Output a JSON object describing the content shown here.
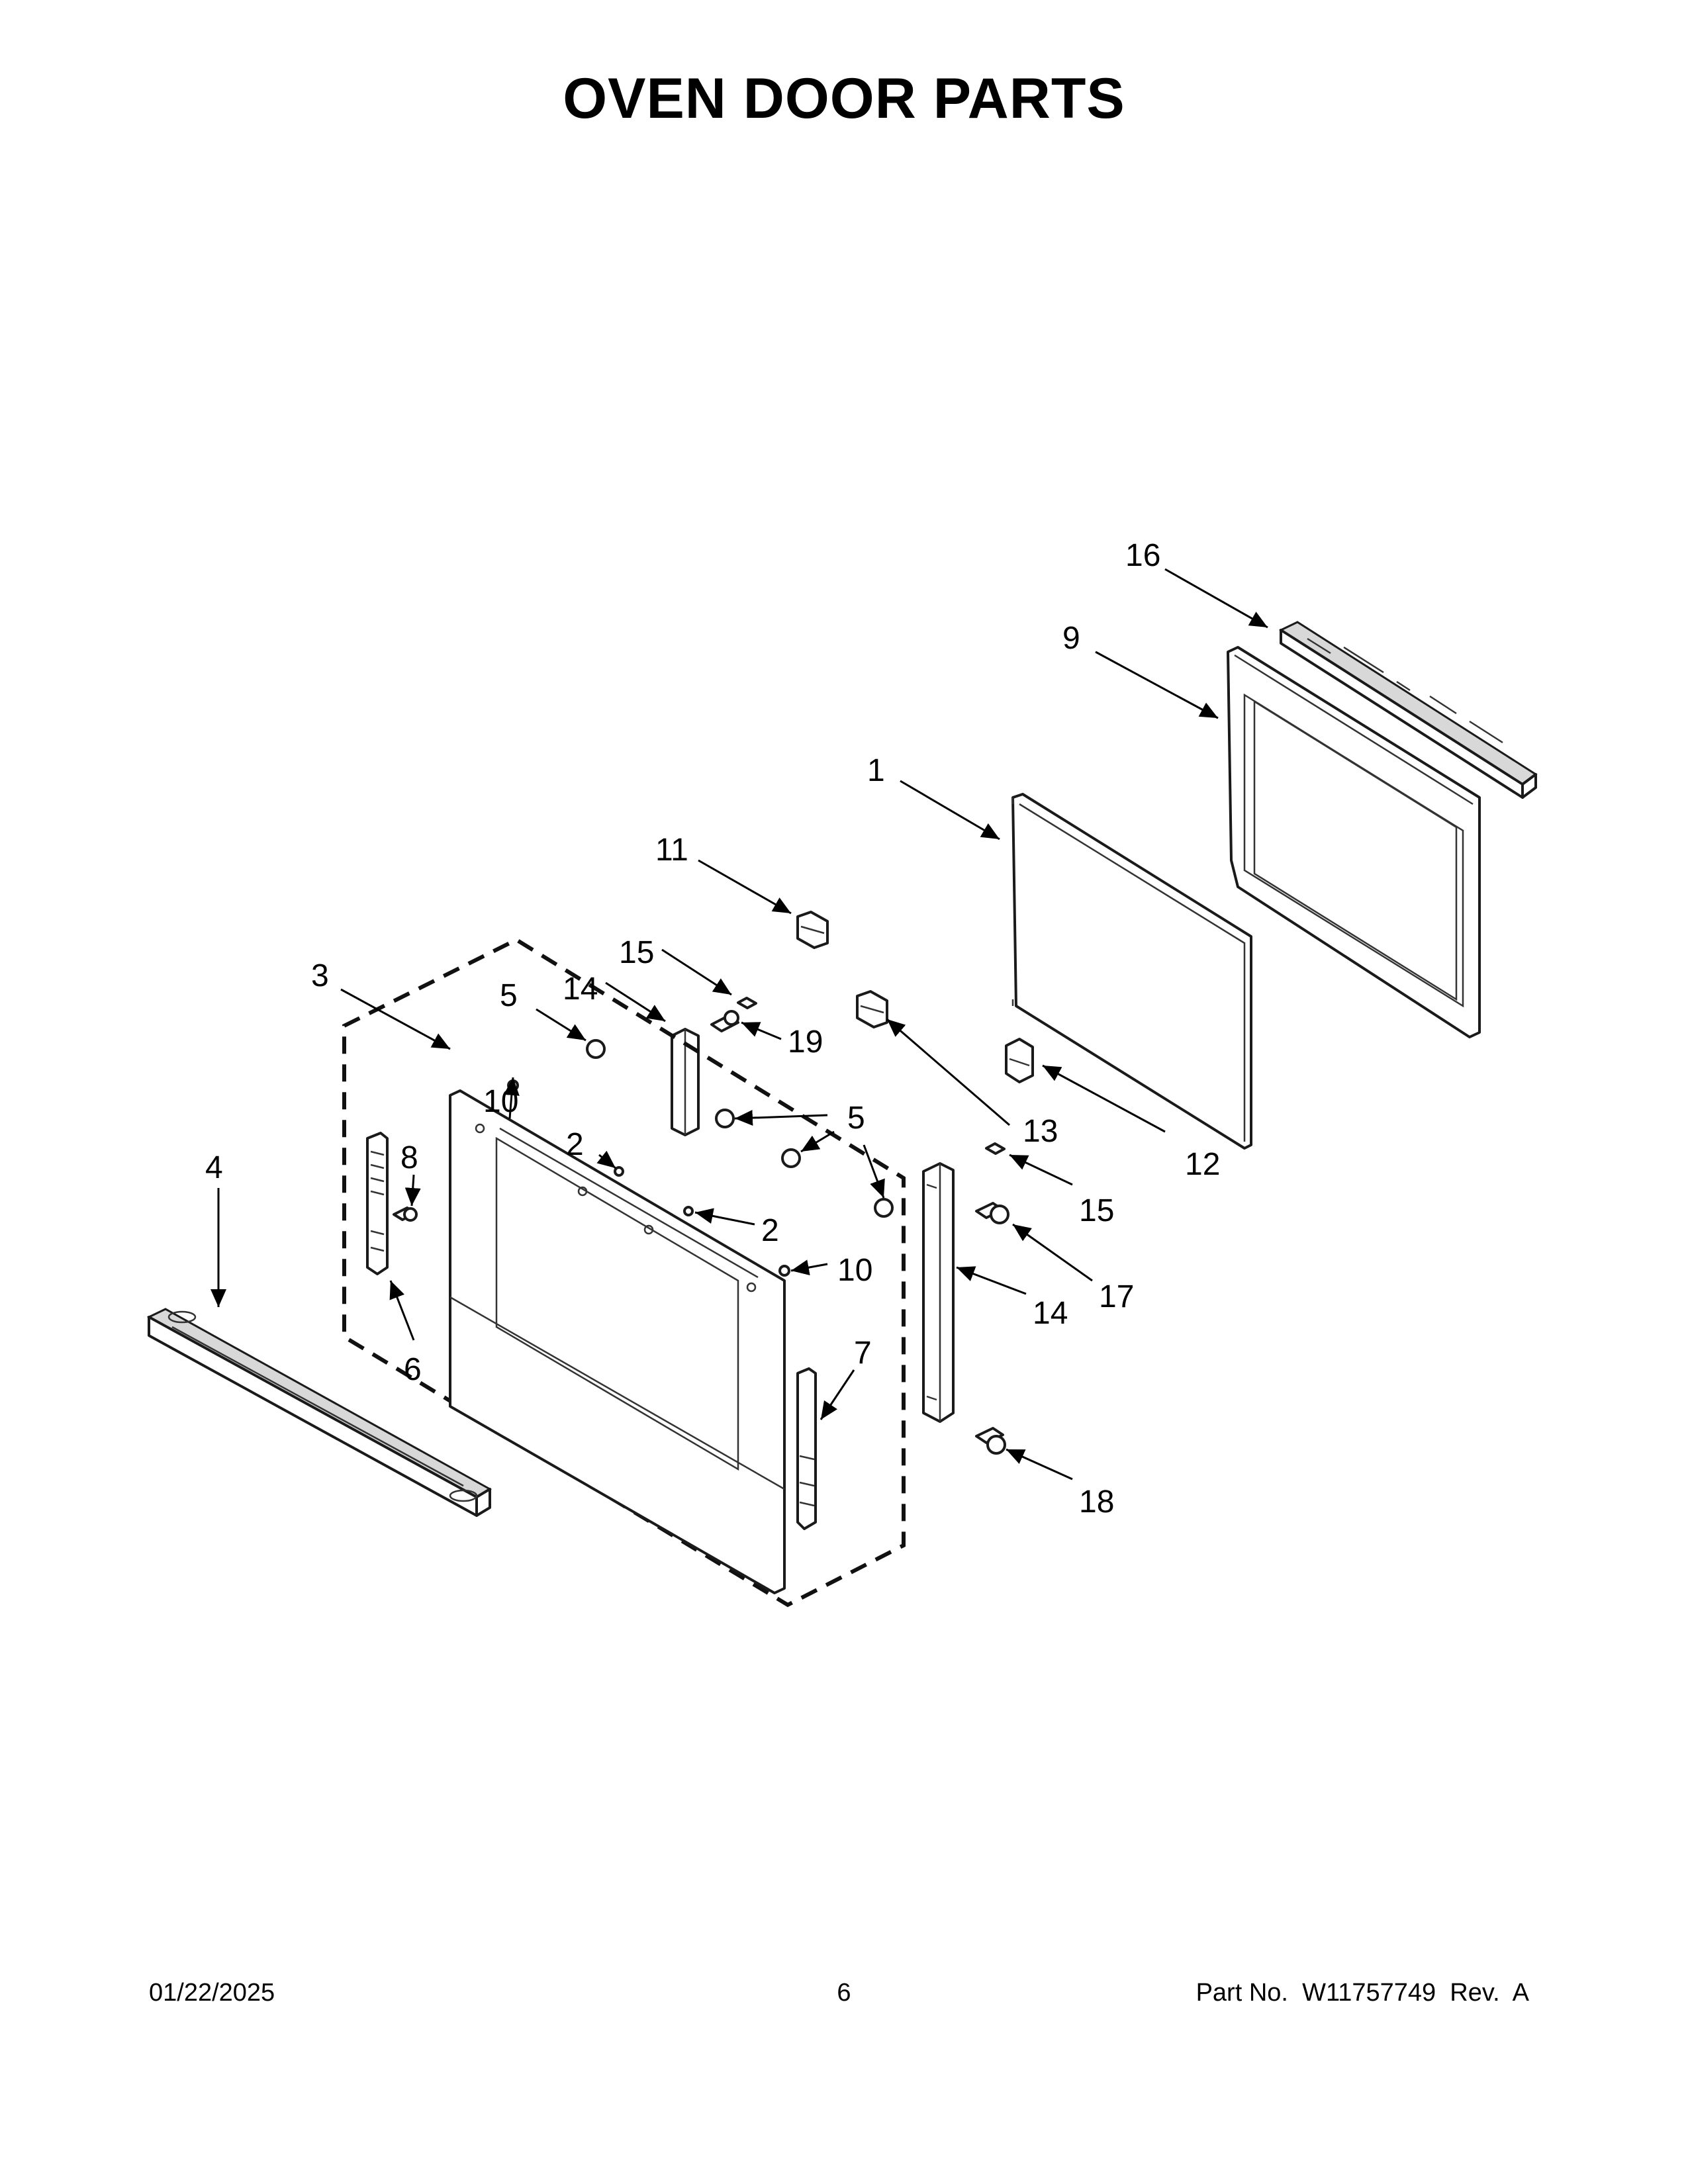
{
  "title": "OVEN DOOR PARTS",
  "callouts": [
    "1",
    "2",
    "3",
    "4",
    "5",
    "6",
    "7",
    "8",
    "9",
    "10",
    "11",
    "12",
    "13",
    "14",
    "15",
    "16",
    "17",
    "18",
    "19"
  ],
  "footer": {
    "date": "01/22/2025",
    "page": "6",
    "part": "Part No.  W11757749  Rev.  A"
  }
}
